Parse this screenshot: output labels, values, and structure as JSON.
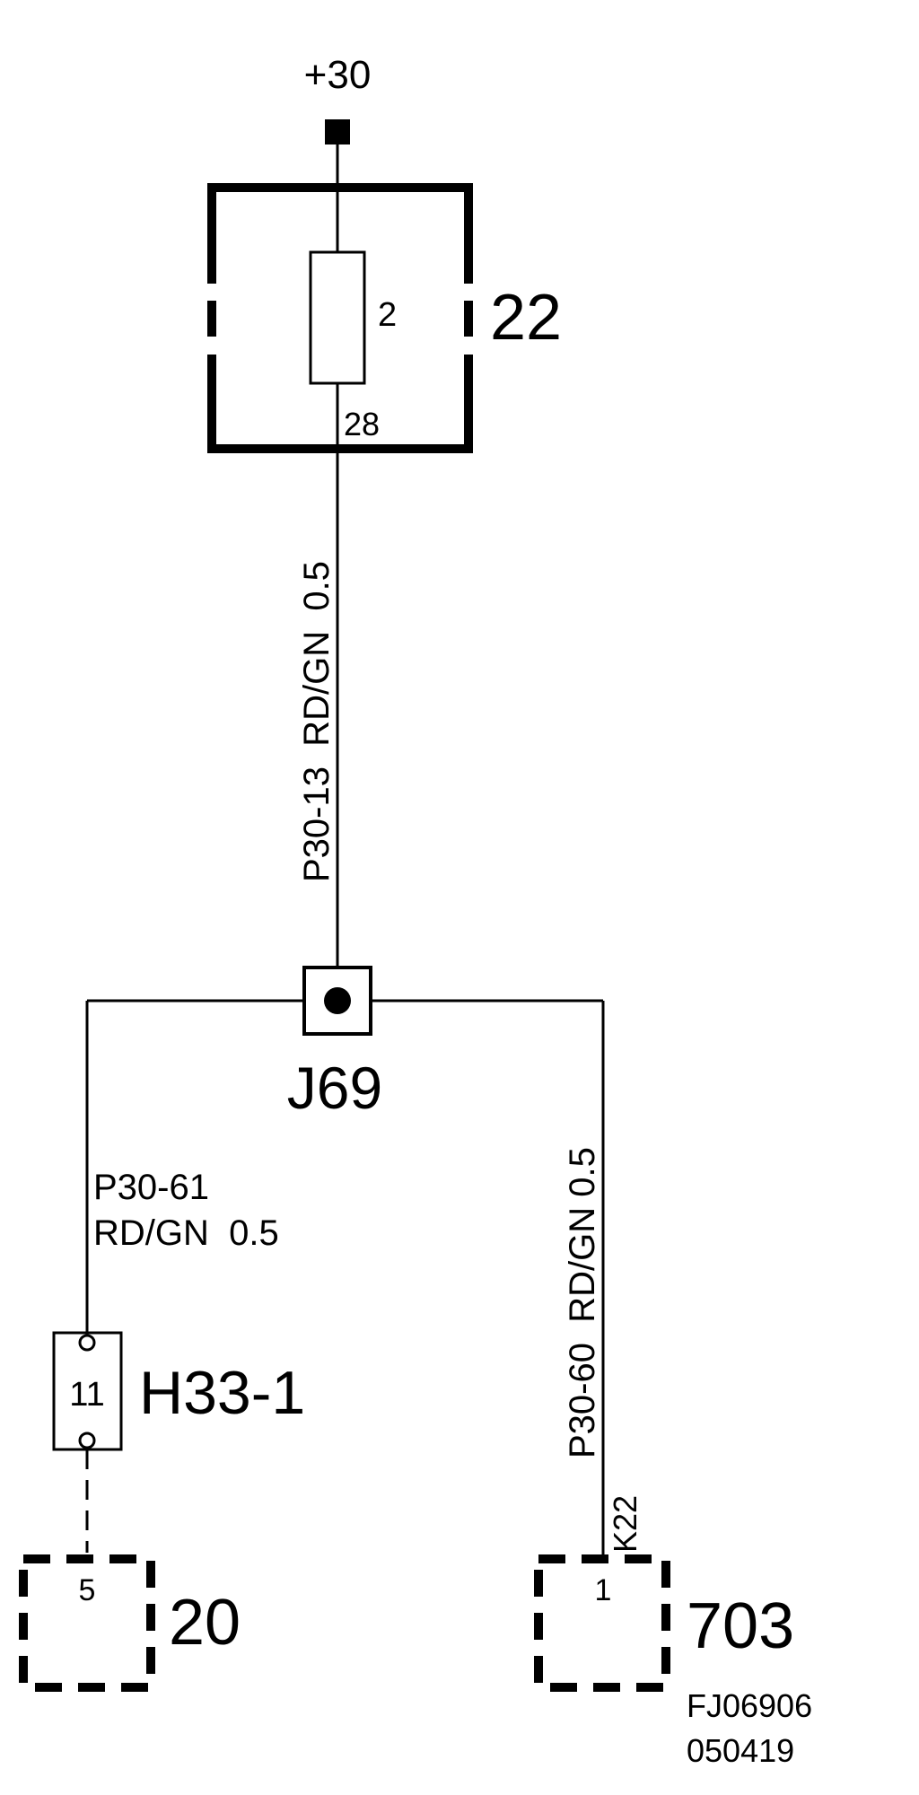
{
  "supply": {
    "label": "+30"
  },
  "fuse_box": {
    "id": "22",
    "fuse_number": "2",
    "pin": "28"
  },
  "wire_main": {
    "label": "P30-13  RD/GN  0.5"
  },
  "splice": {
    "id": "J69"
  },
  "wire_left": {
    "line1": "P30-61",
    "line2": "RD/GN  0.5"
  },
  "connector_h33": {
    "id": "H33-1",
    "pin": "11"
  },
  "component_20": {
    "id": "20",
    "pin": "5"
  },
  "wire_right": {
    "label": "P30-60  RD/GN 0.5"
  },
  "connector_k22": {
    "label": "K22"
  },
  "component_703": {
    "id": "703",
    "pin": "1"
  },
  "drawing_info": {
    "code": "FJ06906",
    "date": "050419"
  },
  "colors": {
    "line": "#000000",
    "background": "#ffffff"
  }
}
